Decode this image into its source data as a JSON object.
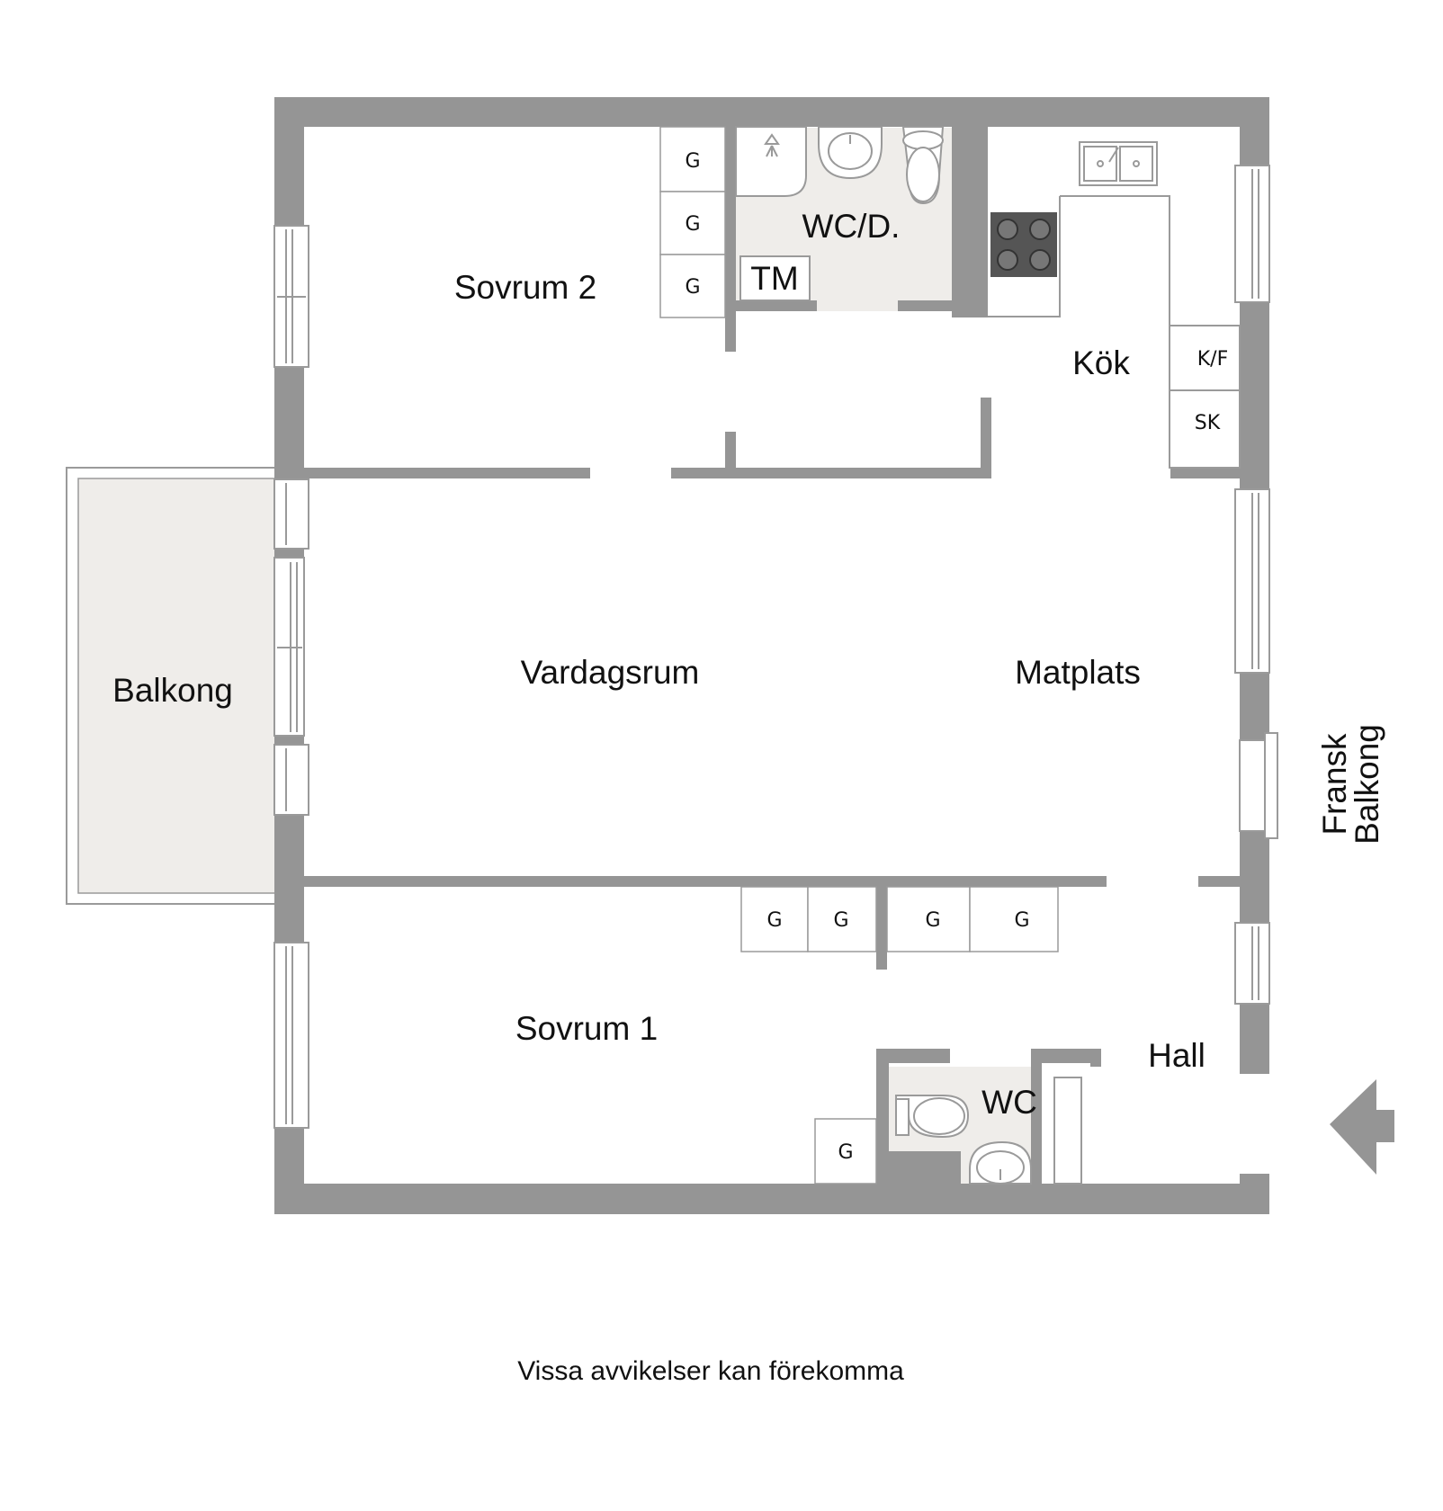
{
  "rooms": {
    "sovrum2": "Sovrum 2",
    "wcd": "WC/D.",
    "tm": "TM",
    "kok": "Kök",
    "balkong": "Balkong",
    "vardagsrum": "Vardagsrum",
    "matplats": "Matplats",
    "fransk_line1": "Fransk",
    "fransk_line2": "Balkong",
    "sovrum1": "Sovrum 1",
    "hall": "Hall",
    "wc": "WC"
  },
  "cabinets": {
    "garderob": "G",
    "kyl_frys": "K/F",
    "skap": "SK"
  },
  "disclaimer": "Vissa avvikelser kan förekomma",
  "colors": {
    "wall": "#959595",
    "wet_room_floor": "#efedea",
    "balcony_floor": "#efedea",
    "line": "#9a9a9a"
  }
}
